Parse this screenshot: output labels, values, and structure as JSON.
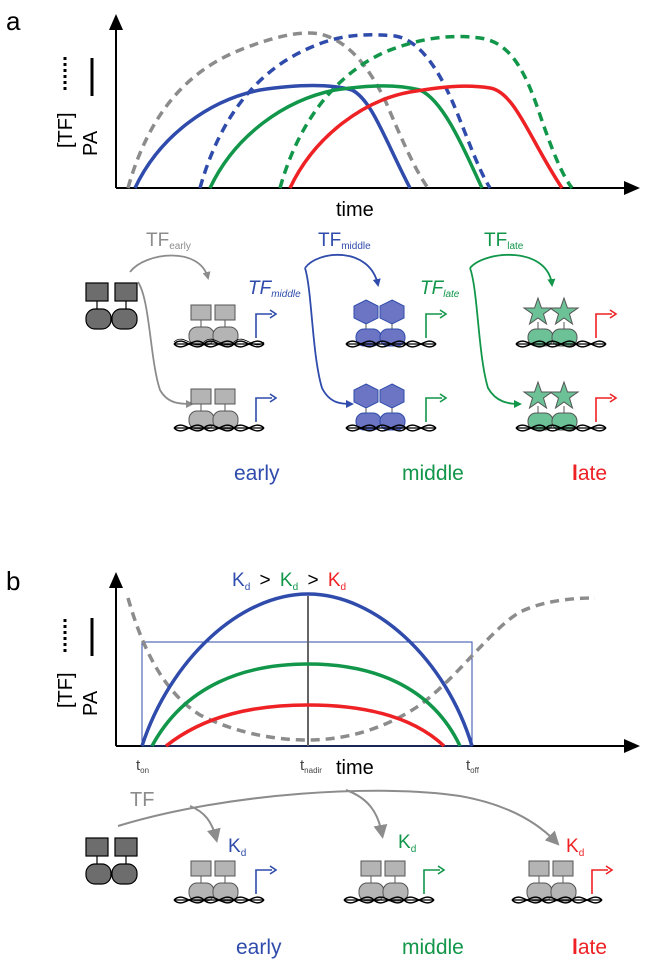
{
  "panel_a": {
    "letter": "a",
    "y_label_tf": "[TF]",
    "y_label_pa": "PA",
    "x_label": "time",
    "tf_early": {
      "base": "TF",
      "sub": "early"
    },
    "tf_middle": {
      "base": "TF",
      "sub": "middle"
    },
    "tf_late": {
      "base": "TF",
      "sub": "late"
    },
    "tf_middle_italic": {
      "base": "TF",
      "sub": "middle"
    },
    "tf_late_italic": {
      "base": "TF",
      "sub": "late"
    },
    "label_early": "early",
    "label_middle": "middle",
    "label_late_first": "l",
    "label_late_rest": "ate"
  },
  "panel_b": {
    "letter": "b",
    "y_label_tf": "[TF]",
    "y_label_pa": "PA",
    "x_label": "time",
    "t_on": {
      "base": "t",
      "sub": "on"
    },
    "t_nadir": {
      "base": "t",
      "sub": "nadir"
    },
    "t_off": {
      "base": "t",
      "sub": "off"
    },
    "kd": {
      "base": "K",
      "sub": "d"
    },
    "gt": ">",
    "tf": "TF",
    "label_early": "early",
    "label_middle": "middle",
    "label_late_first": "l",
    "label_late_rest": "ate"
  },
  "colors": {
    "tf_gray": "#8c8c8c",
    "early_blue": "#2f4bab",
    "middle_green": "#11964a",
    "late_red": "#ee2124",
    "blue_protein": "#6b75c4",
    "green_protein": "#6cc196",
    "gray_protein": "#b4b4b4",
    "dark_protein": "#6d6d6d"
  }
}
